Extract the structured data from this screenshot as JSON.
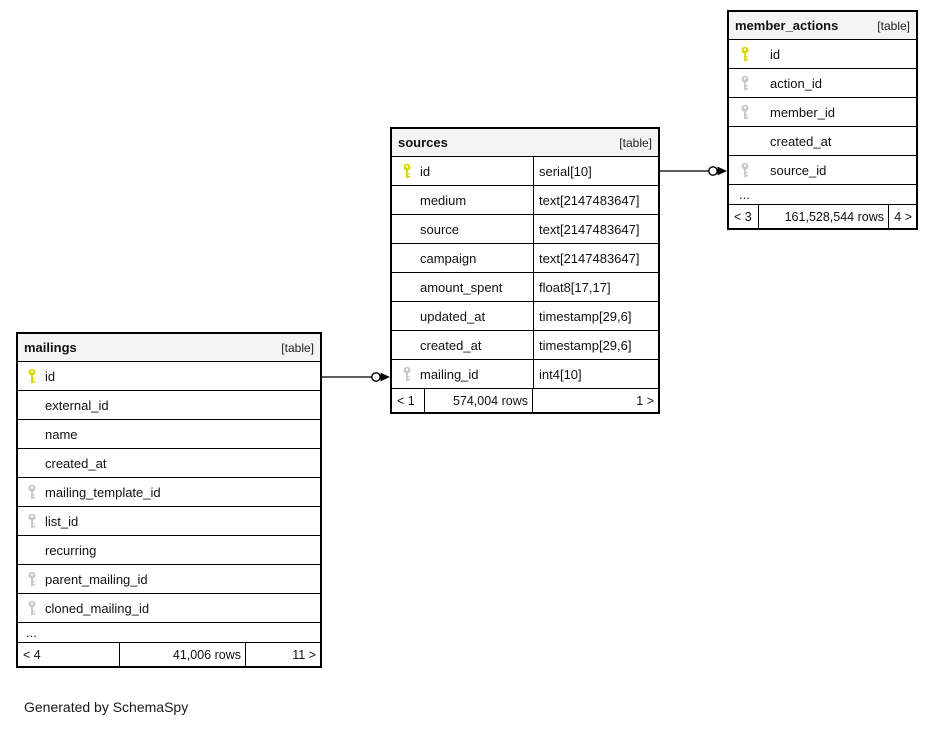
{
  "diagram": {
    "generated_by": "Generated by SchemaSpy",
    "colors": {
      "primary_key": "#d9d900",
      "foreign_key": "#c8c8c8",
      "header_bg": "#f4f4f4",
      "border": "#000000"
    },
    "relationships": [
      {
        "from": "mailings.id",
        "to": "sources.mailing_id"
      },
      {
        "from": "sources.id",
        "to": "member_actions.source_id"
      }
    ],
    "tables": [
      {
        "name": "mailings",
        "tag": "[table]",
        "more": "...",
        "columns": [
          {
            "name": "id",
            "key": "primary"
          },
          {
            "name": "external_id",
            "key": "none"
          },
          {
            "name": "name",
            "key": "none"
          },
          {
            "name": "created_at",
            "key": "none"
          },
          {
            "name": "mailing_template_id",
            "key": "foreign"
          },
          {
            "name": "list_id",
            "key": "foreign"
          },
          {
            "name": "recurring",
            "key": "none"
          },
          {
            "name": "parent_mailing_id",
            "key": "foreign"
          },
          {
            "name": "cloned_mailing_id",
            "key": "foreign"
          }
        ],
        "footer": {
          "prev": "< 4",
          "rows": "41,006 rows",
          "next": "11 >"
        }
      },
      {
        "name": "sources",
        "tag": "[table]",
        "columns": [
          {
            "name": "id",
            "type": "serial[10]",
            "key": "primary"
          },
          {
            "name": "medium",
            "type": "text[2147483647]",
            "key": "none"
          },
          {
            "name": "source",
            "type": "text[2147483647]",
            "key": "none"
          },
          {
            "name": "campaign",
            "type": "text[2147483647]",
            "key": "none"
          },
          {
            "name": "amount_spent",
            "type": "float8[17,17]",
            "key": "none"
          },
          {
            "name": "updated_at",
            "type": "timestamp[29,6]",
            "key": "none"
          },
          {
            "name": "created_at",
            "type": "timestamp[29,6]",
            "key": "none"
          },
          {
            "name": "mailing_id",
            "type": "int4[10]",
            "key": "foreign"
          }
        ],
        "footer": {
          "prev": "< 1",
          "rows": "574,004 rows",
          "next": "1 >"
        }
      },
      {
        "name": "member_actions",
        "tag": "[table]",
        "more": "...",
        "columns": [
          {
            "name": "id",
            "key": "primary"
          },
          {
            "name": "action_id",
            "key": "foreign"
          },
          {
            "name": "member_id",
            "key": "foreign"
          },
          {
            "name": "created_at",
            "key": "none"
          },
          {
            "name": "source_id",
            "key": "foreign"
          }
        ],
        "footer": {
          "prev": "< 3",
          "rows": "161,528,544 rows",
          "next": "4 >"
        }
      }
    ]
  }
}
